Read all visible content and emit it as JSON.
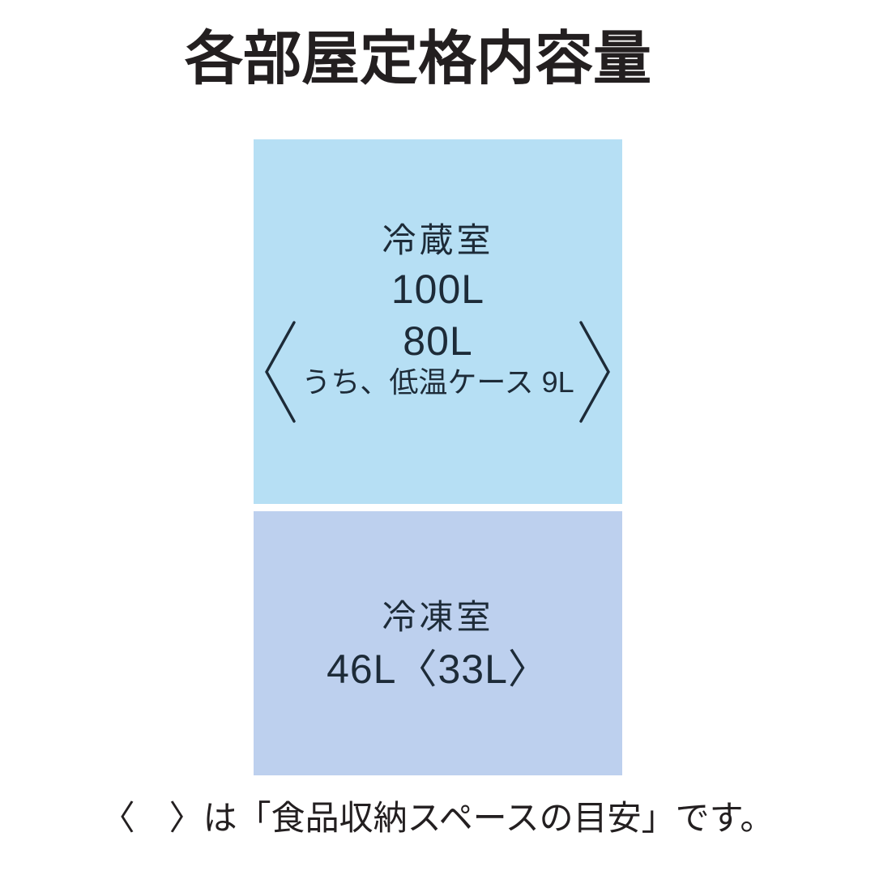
{
  "page": {
    "title": "各部屋定格内容量",
    "background_color": "#ffffff",
    "text_color": "#1d2b38",
    "title_color": "#231f20"
  },
  "diagram": {
    "type": "refrigerator-compartment-capacity",
    "compartments": [
      {
        "id": "fridge",
        "name": "冷蔵室",
        "rated_capacity": "100L",
        "storage_space": "80L",
        "note": "うち、低温ケース 9L",
        "color": "#b6dff4",
        "bracket_left": "〈",
        "bracket_right": "〉"
      },
      {
        "id": "freezer",
        "name": "冷凍室",
        "capacity_line": "46L〈33L〉",
        "rated_capacity": "46L",
        "storage_space": "33L",
        "color": "#bdd0ee"
      }
    ]
  },
  "footnote": {
    "text": "〈　〉は「食品収納スペースの目安」です。"
  }
}
